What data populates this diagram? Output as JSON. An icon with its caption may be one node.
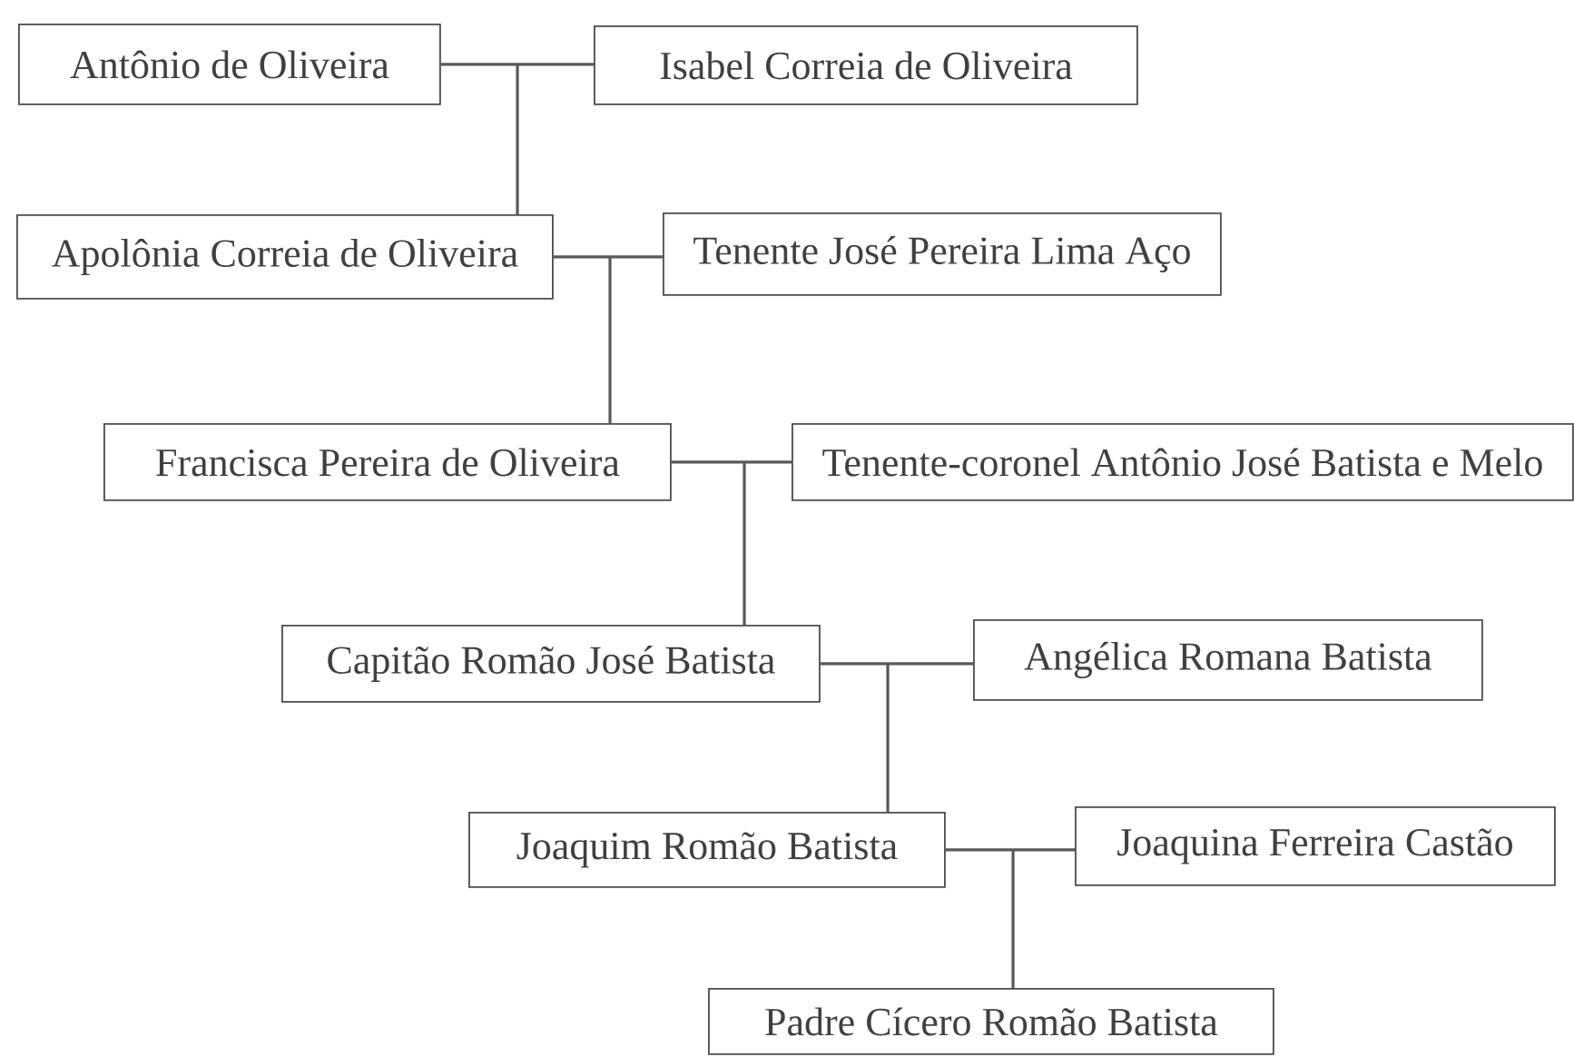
{
  "diagram": {
    "nodes": [
      {
        "text": [
          "Antônio de Oliveira"
        ]
      },
      {
        "text": [
          "Isabel Correia de Oliveira"
        ]
      },
      {
        "text": [
          "Apolônia Correia de Oliveira"
        ]
      },
      {
        "text": [
          "Tenente José Pereira Lima Aço"
        ]
      },
      {
        "text": [
          "Francisca Pereira de Oliveira"
        ]
      },
      {
        "text": [
          "Tenente-coronel Antônio José Batista e Melo"
        ]
      },
      {
        "text": [
          "Capitão Romão José Batista"
        ]
      },
      {
        "text": [
          "Angélica Romana Batista"
        ]
      },
      {
        "text": [
          "Joaquim Romão Batista"
        ]
      },
      {
        "text": [
          "Joaquina Ferreira Castão"
        ]
      },
      {
        "text": [
          "Padre Cícero Romão Batista"
        ]
      }
    ],
    "edges": [
      {
        "from": 0,
        "to": 1,
        "arrow": "none"
      },
      {
        "from": 0,
        "to": 2,
        "arrow": "none"
      },
      {
        "from": 1,
        "to": 2,
        "arrow": "none"
      },
      {
        "from": 2,
        "to": 3,
        "arrow": "none"
      },
      {
        "from": 2,
        "to": 4,
        "arrow": "none"
      },
      {
        "from": 3,
        "to": 4,
        "arrow": "none"
      },
      {
        "from": 4,
        "to": 5,
        "arrow": "none"
      },
      {
        "from": 4,
        "to": 6,
        "arrow": "none"
      },
      {
        "from": 5,
        "to": 6,
        "arrow": "none"
      },
      {
        "from": 6,
        "to": 7,
        "arrow": "none"
      },
      {
        "from": 6,
        "to": 8,
        "arrow": "none"
      },
      {
        "from": 7,
        "to": 8,
        "arrow": "none"
      },
      {
        "from": 8,
        "to": 9,
        "arrow": "none"
      },
      {
        "from": 8,
        "to": 10,
        "arrow": "none"
      },
      {
        "from": 9,
        "to": 10,
        "arrow": "none"
      }
    ]
  }
}
